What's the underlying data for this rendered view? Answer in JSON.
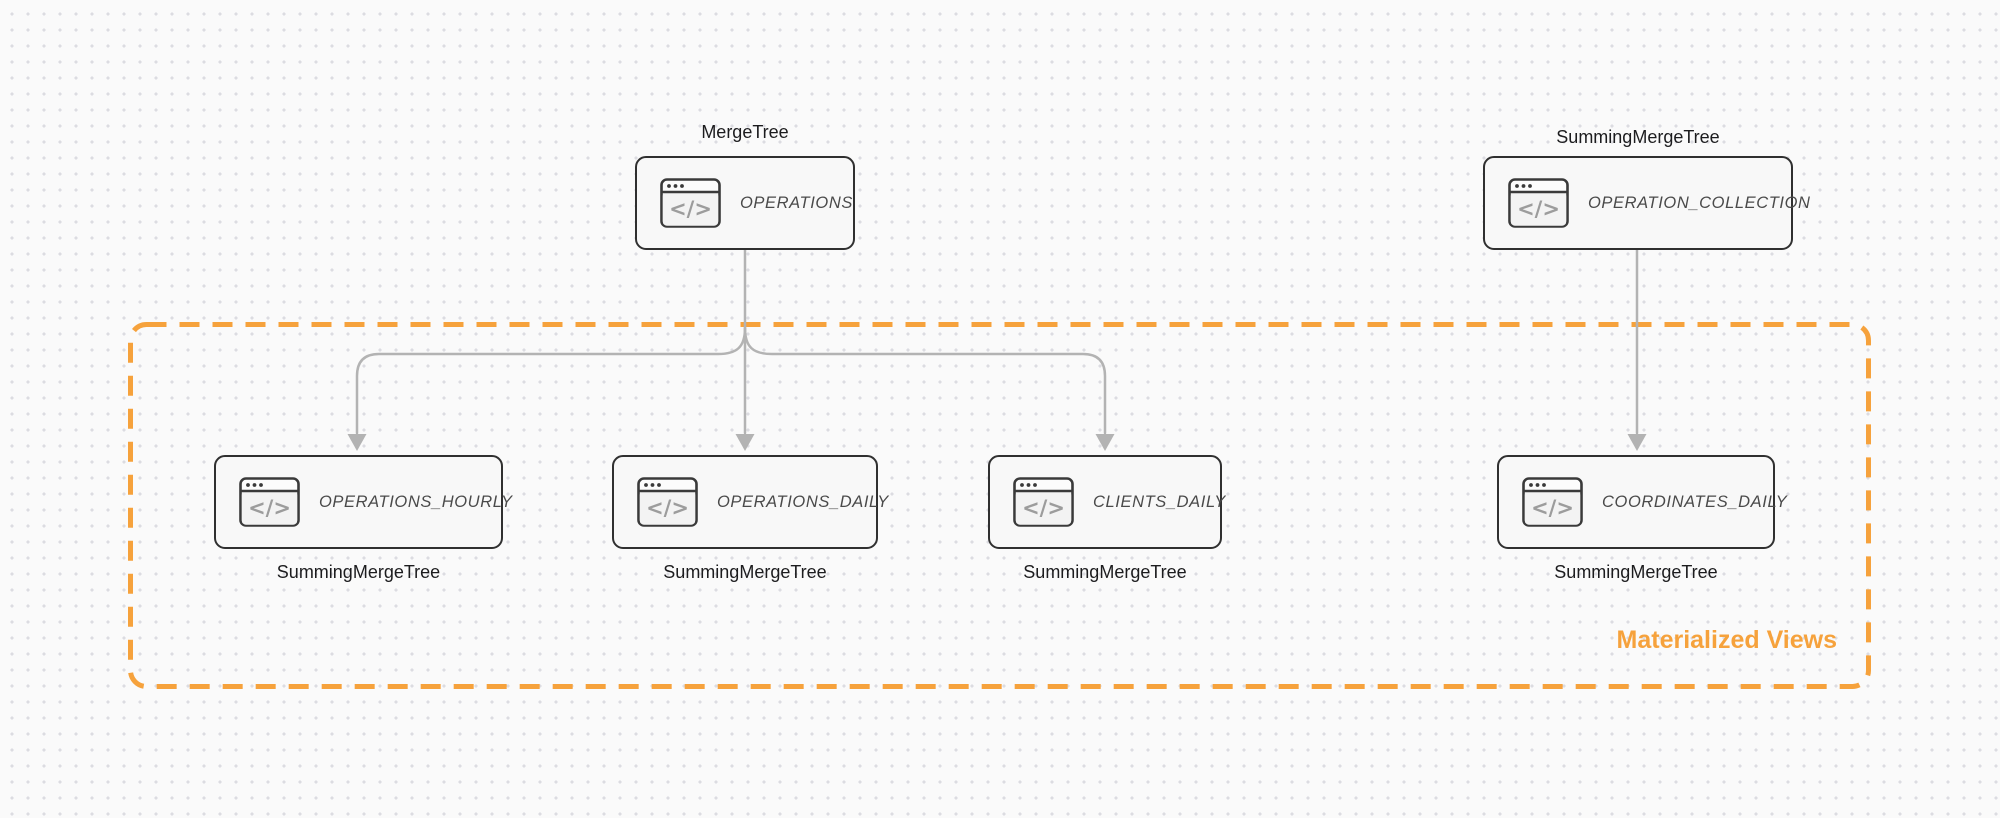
{
  "diagram": {
    "group": {
      "label": "Materialized Views"
    },
    "icon_glyph": "</>",
    "nodes": [
      {
        "title": "OPERATIONS",
        "engine": "MergeTree"
      },
      {
        "title": "OPERATION_COLLECTION",
        "engine": "SummingMergeTree"
      },
      {
        "title": "OPERATIONS_HOURLY",
        "engine": "SummingMergeTree"
      },
      {
        "title": "OPERATIONS_DAILY",
        "engine": "SummingMergeTree"
      },
      {
        "title": "CLIENTS_DAILY",
        "engine": "SummingMergeTree"
      },
      {
        "title": "COORDINATES_DAILY",
        "engine": "SummingMergeTree"
      }
    ],
    "colors": {
      "accent_orange": "#f6a23c",
      "arrow_gray": "#b3b3b3",
      "node_border": "#303030",
      "node_fill": "#f8f8f8",
      "node_title_text": "#4a4a4a",
      "engine_label_text": "#1c1c1e",
      "background": "#fafafa",
      "grid_dot": "#dcdce1"
    }
  }
}
